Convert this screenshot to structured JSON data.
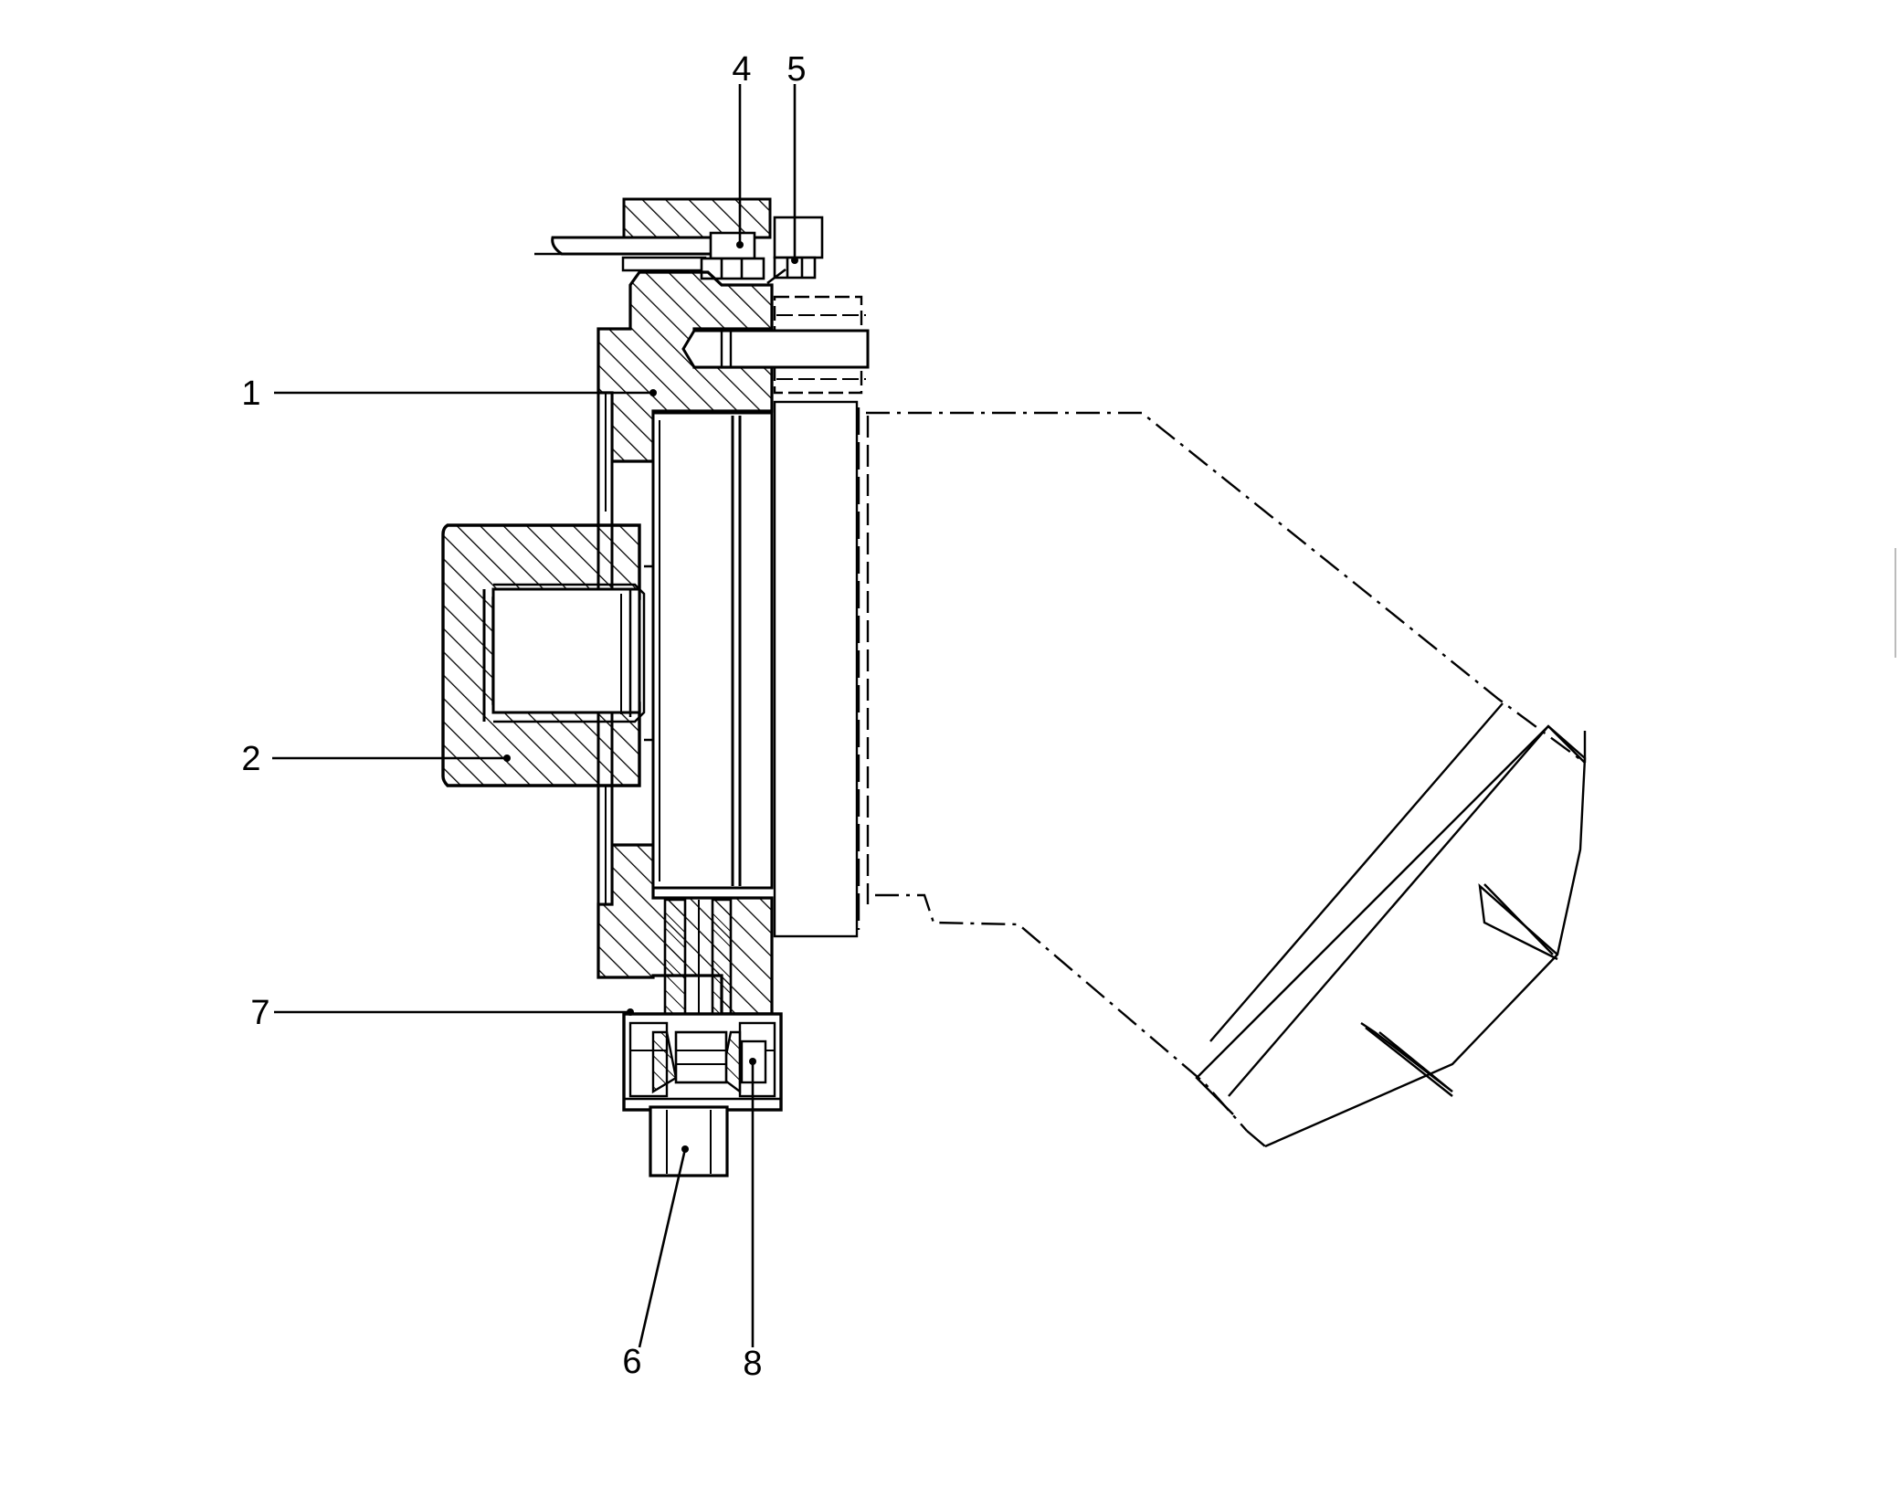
{
  "callouts": [
    {
      "id": "1",
      "text": "1"
    },
    {
      "id": "2",
      "text": "2"
    },
    {
      "id": "4",
      "text": "4"
    },
    {
      "id": "5",
      "text": "5"
    },
    {
      "id": "6",
      "text": "6"
    },
    {
      "id": "7",
      "text": "7"
    },
    {
      "id": "8",
      "text": "8"
    }
  ],
  "colors": {
    "ink": "#000000",
    "paper": "#ffffff"
  }
}
